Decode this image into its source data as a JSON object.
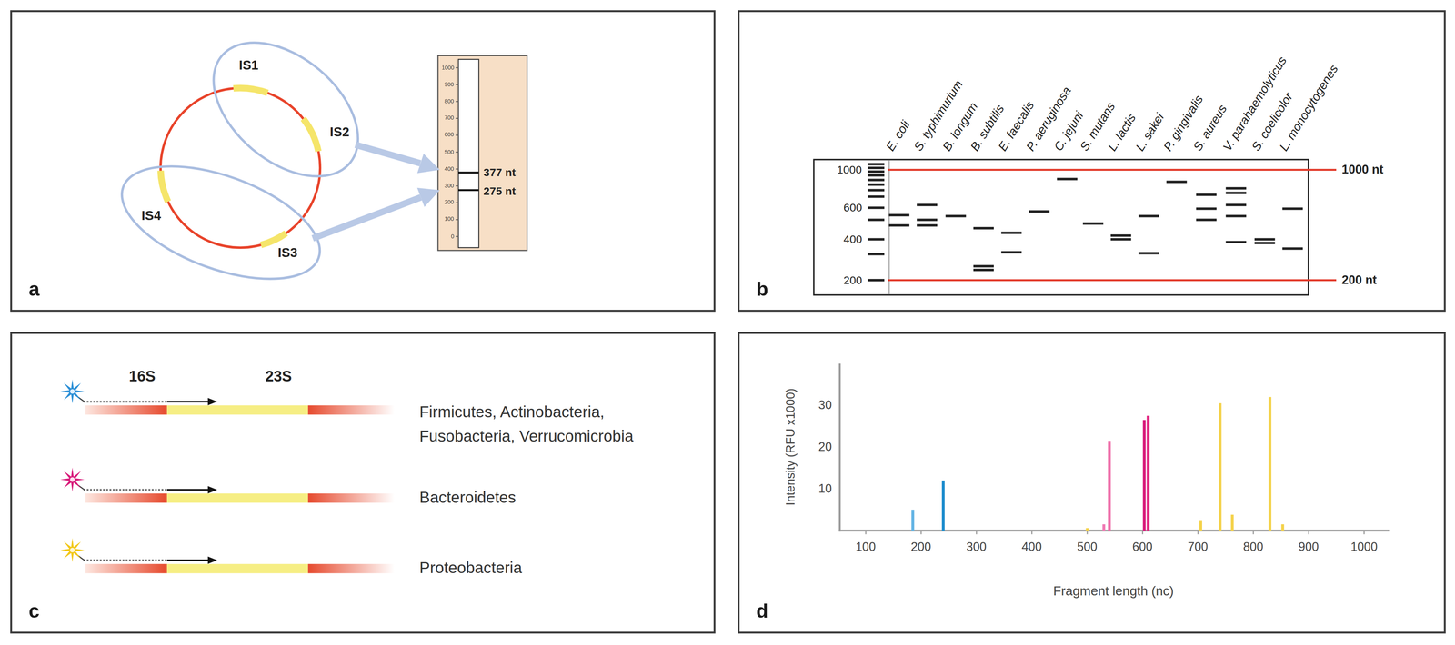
{
  "diagram": {
    "nodes": [
      {
        "text": [
          "a"
        ]
      },
      {
        "text": [
          "b"
        ]
      },
      {
        "text": [
          "c"
        ]
      },
      {
        "text": [
          "d"
        ]
      }
    ],
    "labels": [
      "IS1",
      "IS2",
      "IS4",
      "IS3",
      "1000",
      "900",
      "800",
      "700",
      "600",
      "500",
      "400",
      "300",
      "200",
      "100",
      "0",
      "377 nt",
      "275 nt",
      "E. coli",
      "S. typhimurium",
      "B. longum",
      "B. subtilis",
      "E. faecalis",
      "P. aeruginosa",
      "C. jejuni",
      "S. mutans",
      "L. lactis",
      "L. sakei",
      "P. gingivalis",
      "S. aureus",
      "V. parahaemolyticus",
      "S. coelicolor",
      "L. monocytogenes",
      "1000",
      "600",
      "400",
      "200",
      "1000 nt",
      "200 nt",
      "16S",
      "23S",
      "Firmicutes, Actinobacteria, Fusobacteria, Verrucomicrobia",
      "Bacteroidetes",
      "Proteobacteria",
      "30",
      "20",
      "10",
      "100",
      "200",
      "300",
      "400",
      "500",
      "600",
      "700",
      "800",
      "900",
      "1000",
      "Fragment length (nc)",
      "Intensity (RFU x1000)"
    ]
  }
}
